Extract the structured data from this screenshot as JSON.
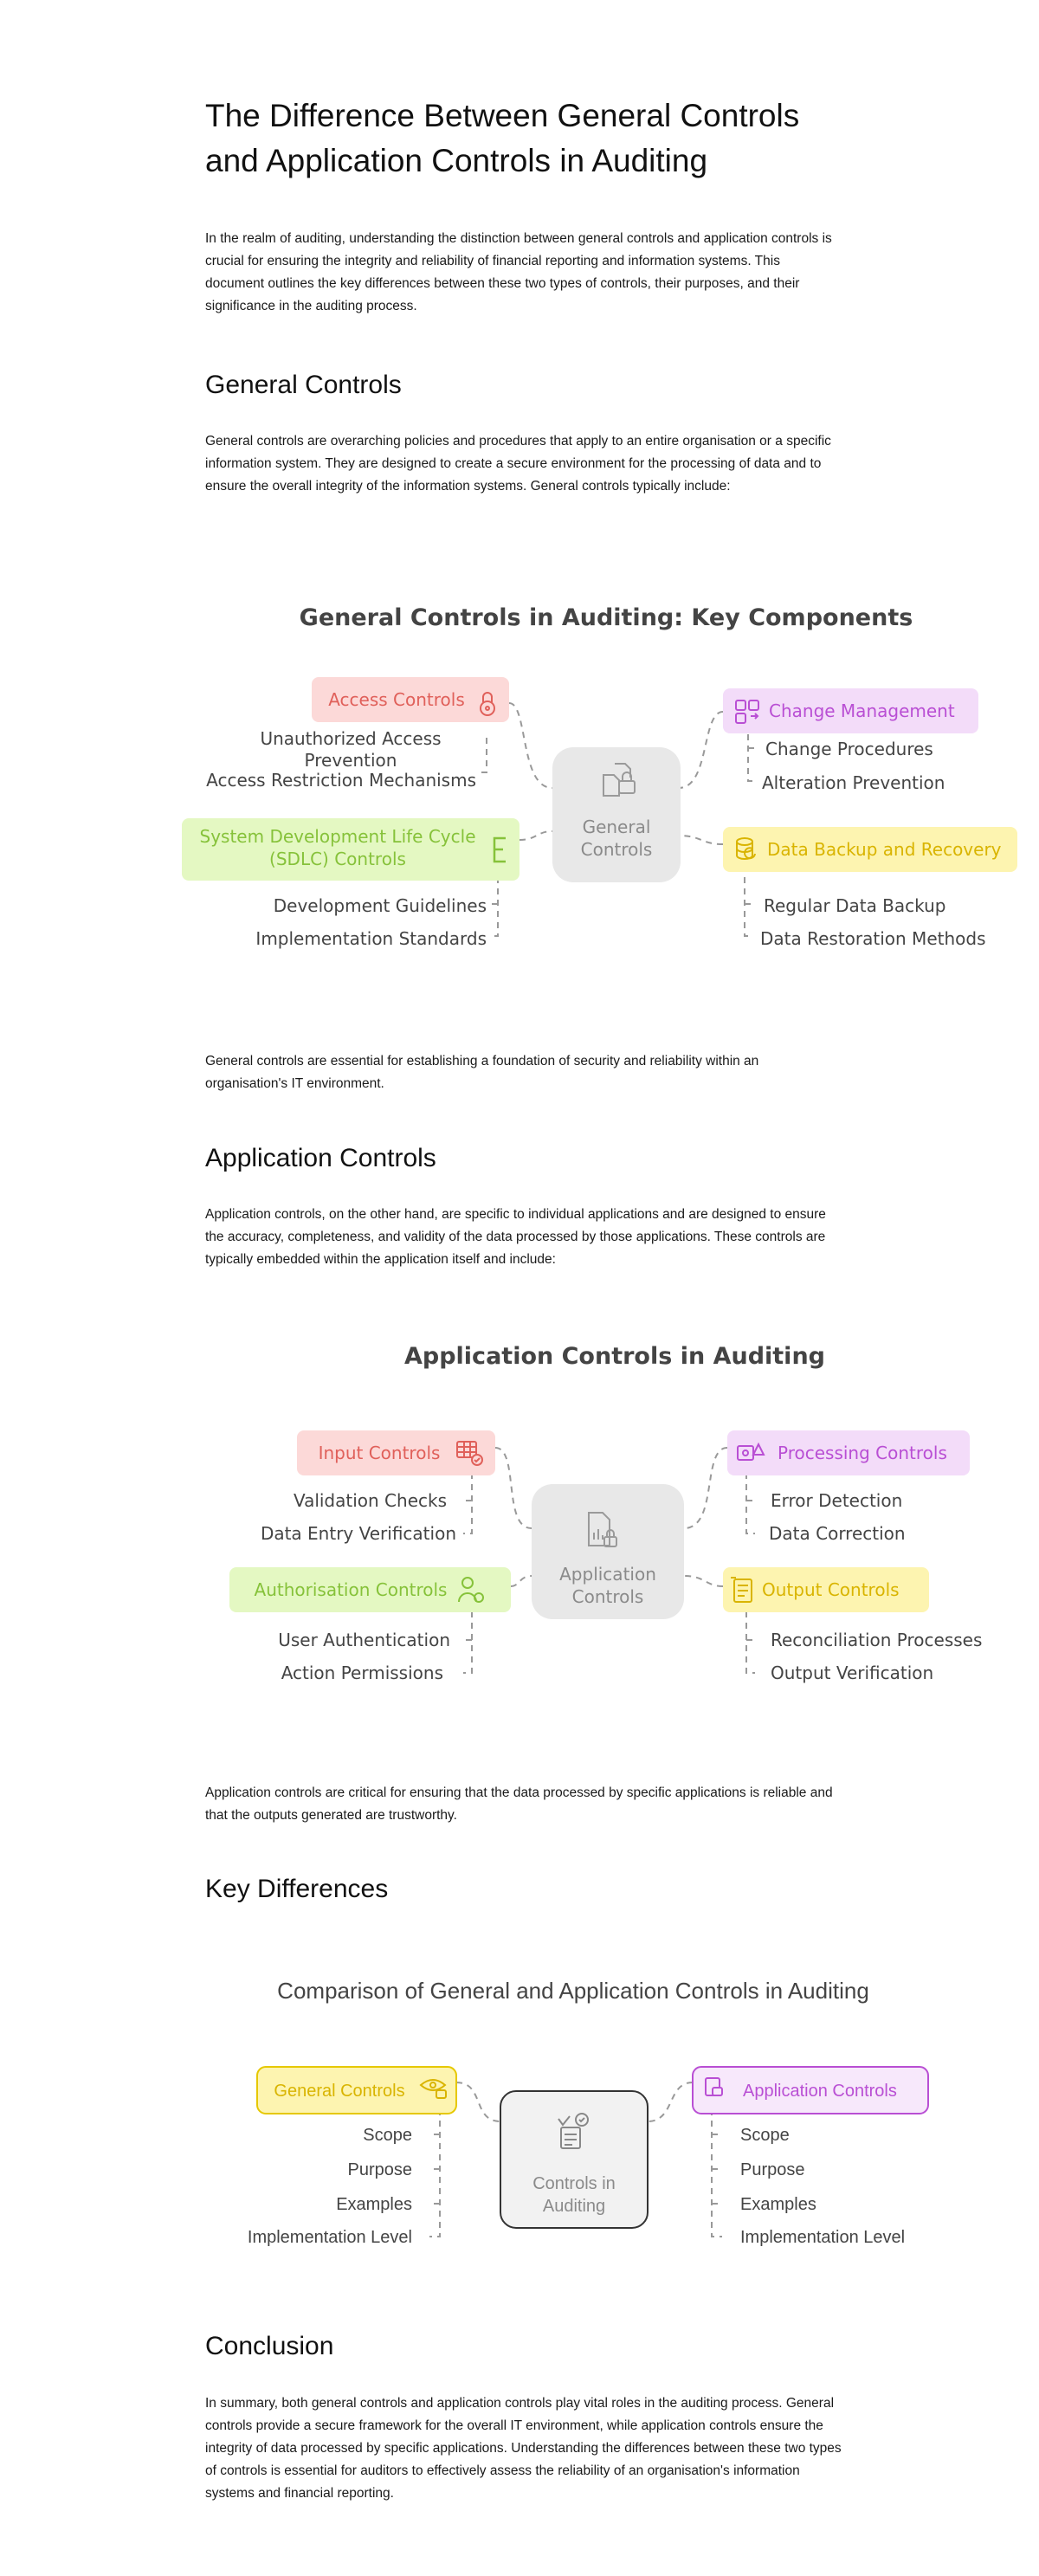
{
  "title": "The Difference Between General Controls and Application Controls in Auditing",
  "intro": "In the realm of auditing, understanding the distinction between general controls and application controls is crucial for ensuring the integrity and reliability of financial reporting and information systems. This document outlines the key differences between these two types of controls, their purposes, and their significance in the auditing process.",
  "general": {
    "heading": "General Controls",
    "body": "General controls are overarching policies and procedures that apply to an entire organisation or a specific information system. They are designed to create a secure environment for the processing of data and to ensure the overall integrity of the information systems. General controls typically include:",
    "after": "General controls are essential for establishing a foundation of security and reliability within an organisation's IT environment.",
    "diagram": {
      "title": "General Controls in Auditing: Key Components",
      "center": [
        "General",
        "Controls"
      ],
      "access": {
        "label": "Access Controls",
        "items": [
          "Unauthorized Access",
          "Prevention",
          "Access Restriction Mechanisms"
        ]
      },
      "change": {
        "label": "Change Management",
        "items": [
          "Change Procedures",
          "Alteration Prevention"
        ]
      },
      "sdlc": {
        "label1": "System Development Life Cycle",
        "label2": "(SDLC) Controls",
        "items": [
          "Development Guidelines",
          "Implementation Standards"
        ]
      },
      "backup": {
        "label": "Data Backup and Recovery",
        "items": [
          "Regular Data Backup",
          "Data Restoration Methods"
        ]
      }
    }
  },
  "application": {
    "heading": "Application Controls",
    "body": "Application controls, on the other hand, are specific to individual applications and are designed to ensure the accuracy, completeness, and validity of the data processed by those applications. These controls are typically embedded within the application itself and include:",
    "after": "Application controls are critical for ensuring that the data processed by specific applications is reliable and that the outputs generated are trustworthy.",
    "diagram": {
      "title": "Application Controls in Auditing",
      "center": [
        "Application",
        "Controls"
      ],
      "input": {
        "label": "Input Controls",
        "items": [
          "Validation Checks",
          "Data Entry Verification"
        ]
      },
      "processing": {
        "label": "Processing Controls",
        "items": [
          "Error Detection",
          "Data Correction"
        ]
      },
      "auth": {
        "label": "Authorisation Controls",
        "items": [
          "User Authentication",
          "Action Permissions"
        ]
      },
      "output": {
        "label": "Output Controls",
        "items": [
          "Reconciliation Processes",
          "Output Verification"
        ]
      }
    }
  },
  "differences": {
    "heading": "Key Differences",
    "diagram": {
      "title": "Comparison of General and Application Controls in Auditing",
      "center": [
        "Controls in",
        "Auditing"
      ],
      "left": {
        "label": "General Controls",
        "items": [
          "Scope",
          "Purpose",
          "Examples",
          "Implementation Level"
        ]
      },
      "right": {
        "label": "Application Controls",
        "items": [
          "Scope",
          "Purpose",
          "Examples",
          "Implementation Level"
        ]
      }
    }
  },
  "conclusion": {
    "heading": "Conclusion",
    "body": "In summary, both general controls and application controls play vital roles in the auditing process. General controls provide a secure framework for the overall IT environment, while application controls ensure the integrity of data processed by specific applications. Understanding the differences between these two types of controls is essential for auditors to effectively assess the reliability of an organisation's information systems and financial reporting."
  },
  "colors": {
    "red_fill": "#fcd9d8",
    "red_text": "#e0605a",
    "purple_fill": "#f3dcf9",
    "purple_text": "#b94fd4",
    "green_fill": "#e4f8c2",
    "green_text": "#86c23a",
    "yellow_fill": "#fdf4b0",
    "yellow_text": "#d9b400",
    "center_fill": "#e8e8e8",
    "center_text": "#8a8a8a"
  }
}
